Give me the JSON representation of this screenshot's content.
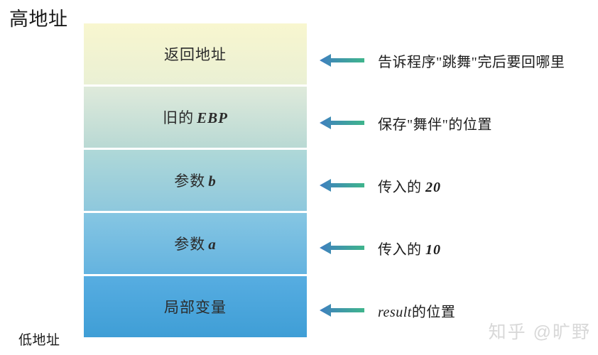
{
  "labels": {
    "high_address": "高地址",
    "low_address": "低地址"
  },
  "stack": {
    "cells": [
      {
        "text": "返回地址",
        "emphasis": "",
        "color": "#f8f6cf"
      },
      {
        "text": "旧的",
        "emphasis": "EBP",
        "color": "#cfe2d8"
      },
      {
        "text": "参数",
        "emphasis": "b",
        "color": "#a5d3db"
      },
      {
        "text": "参数",
        "emphasis": "a",
        "color": "#75bce1"
      },
      {
        "text": "局部变量",
        "emphasis": "",
        "color": "#4ba6de"
      }
    ]
  },
  "annotations": [
    {
      "text": "告诉程序\"跳舞\"完后要回哪里",
      "prefix": "",
      "value": "",
      "suffix": ""
    },
    {
      "text": "保存\"舞伴\"的位置",
      "prefix": "",
      "value": "",
      "suffix": ""
    },
    {
      "text": "",
      "prefix": "传入的",
      "value": "20",
      "suffix": ""
    },
    {
      "text": "",
      "prefix": "传入的",
      "value": "10",
      "suffix": ""
    },
    {
      "text": "",
      "prefix": "",
      "value": "result",
      "suffix": "的位置"
    }
  ],
  "watermark": "知乎 @旷野",
  "colors": {
    "arrow_head": "#3f7fc0",
    "arrow_tail": "#3fb58c",
    "background": "#ffffff",
    "text": "#1c1c1c"
  }
}
